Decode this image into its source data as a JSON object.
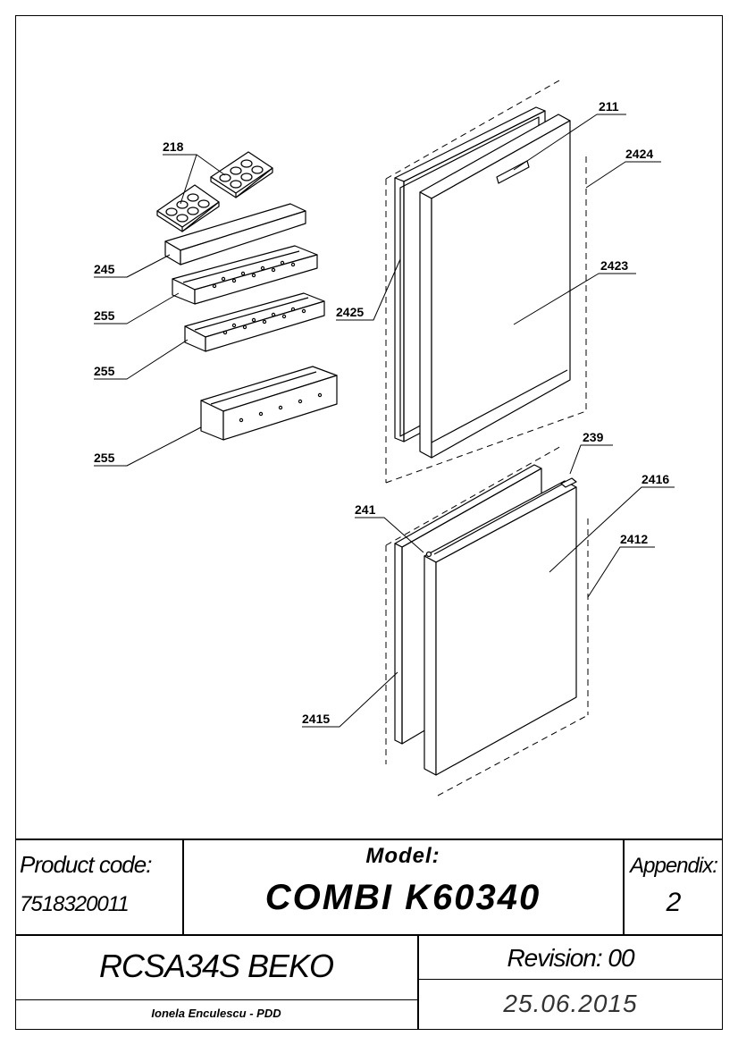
{
  "callouts": {
    "c218": "218",
    "c245": "245",
    "c255a": "255",
    "c255b": "255",
    "c255c": "255",
    "c211": "211",
    "c2424": "2424",
    "c2423": "2423",
    "c2425": "2425",
    "c239": "239",
    "c2416": "2416",
    "c241": "241",
    "c2412": "2412",
    "c2415": "2415"
  },
  "title_block": {
    "product_code_label": "Product code:",
    "product_code_value": "7518320011",
    "model_label": "Model:",
    "model_value": "COMBI K60340",
    "appendix_label": "Appendix:",
    "appendix_value": "2",
    "product_name": "RCSA34S BEKO",
    "revision": "Revision: 00",
    "author": "Ionela Enculescu - PDD",
    "date": "25.06.2015"
  }
}
